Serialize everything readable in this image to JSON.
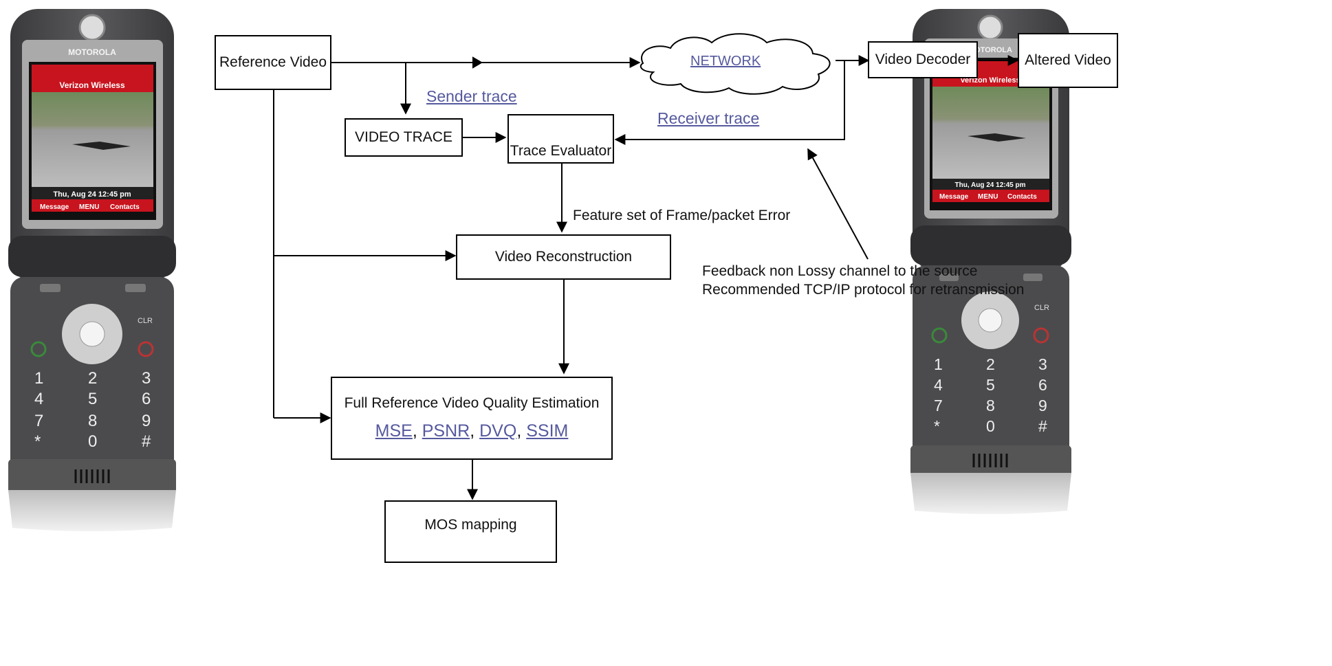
{
  "phone": {
    "brand": "MOTOROLA",
    "carrier": "Verizon Wireless",
    "datetime_left": "Thu, Aug 24  12:45 pm",
    "datetime_right": "Thu, Aug 24  12:45 pm",
    "soft_left": "Message",
    "soft_mid": "MENU",
    "soft_right": "Contacts",
    "clr": "CLR",
    "keys": [
      "1",
      "2",
      "3",
      "4",
      "5",
      "6",
      "7",
      "8",
      "9",
      "*",
      "0",
      "#"
    ]
  },
  "diagram": {
    "reference_video": "Reference Video",
    "network": "NETWORK",
    "video_decoder": "Video Decoder",
    "altered_video": "Altered Video",
    "sender_trace": "Sender trace",
    "receiver_trace": "Receiver trace",
    "video_trace": "VIDEO TRACE",
    "trace_evaluator": "Trace Evaluator",
    "feature_set": "Feature set of Frame/packet Error",
    "video_reconstruction": "Video Reconstruction",
    "feedback_line1": "Feedback non Lossy channel to the source",
    "feedback_line2": "Recommended TCP/IP protocol for retransmission",
    "fr_estimation": "Full Reference Video Quality Estimation",
    "metrics": {
      "mse": "MSE",
      "psnr": "PSNR",
      "dvq": "DVQ",
      "ssim": "SSIM"
    },
    "mos_mapping": "MOS mapping"
  },
  "colors": {
    "link": "#55599e",
    "phone_body": "#4a4a4c",
    "screen_red": "#c8141e"
  }
}
